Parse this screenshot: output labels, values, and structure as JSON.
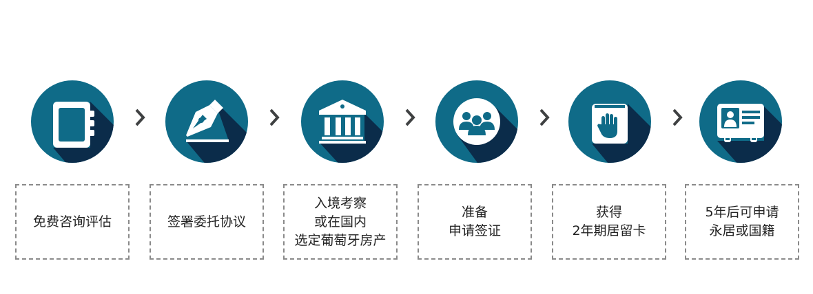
{
  "colors": {
    "circle": "#0f6b88",
    "shadow": "#0b2c4a",
    "icon": "#ffffff",
    "arrow": "#3f4142",
    "border": "#8a8a8a",
    "text": "#222222"
  },
  "steps": [
    {
      "icon": "notebook-icon",
      "lines": [
        "免费咨询评估"
      ]
    },
    {
      "icon": "fountain-pen-icon",
      "lines": [
        "签署委托协议"
      ]
    },
    {
      "icon": "bank-building-icon",
      "lines": [
        "入境考察",
        "或在国内",
        "选定葡萄牙房产"
      ]
    },
    {
      "icon": "group-people-icon",
      "lines": [
        "准备",
        "申请签证"
      ]
    },
    {
      "icon": "hand-card-icon",
      "lines": [
        "获得",
        "2年期居留卡"
      ]
    },
    {
      "icon": "id-card-icon",
      "lines": [
        "5年后可申请",
        "永居或国籍"
      ]
    }
  ],
  "arrows": [
    "chevron-right-icon",
    "chevron-right-icon",
    "chevron-right-icon",
    "chevron-right-icon",
    "chevron-right-icon"
  ]
}
